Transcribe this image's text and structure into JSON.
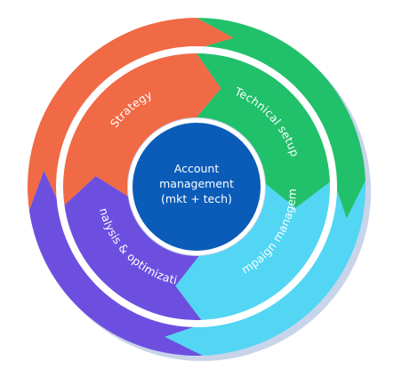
{
  "diagram": {
    "center": {
      "lines": [
        "Account",
        "management",
        "(mkt + tech)"
      ],
      "color": "#0b5cb8"
    },
    "segments": [
      {
        "label": "Strategy",
        "color": "#f06a45"
      },
      {
        "label": "Technical setup",
        "color": "#21c06a"
      },
      {
        "label": "Campaign management",
        "color": "#52d6f4"
      },
      {
        "label": "Analysis & optimization",
        "color": "#6d4fe0"
      }
    ],
    "shadow_color": "#c8d4ea",
    "divider_color": "#ffffff"
  }
}
